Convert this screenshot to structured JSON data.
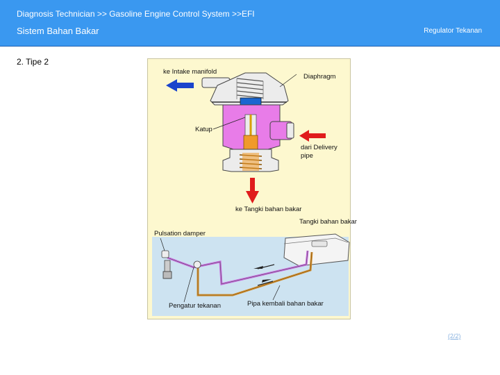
{
  "header": {
    "breadcrumb": "Diagnosis Technician >> Gasoline Engine Control System >>EFI",
    "title": "Sistem Bahan Bakar",
    "subtitle": "Regulator Tekanan"
  },
  "section_title": "2. Tipe 2",
  "diagram": {
    "labels": {
      "intake_manifold": "ke Intake manifold",
      "diaphragm": "Diaphragm",
      "katup": "Katup",
      "delivery_pipe_line1": "dari Delivery",
      "delivery_pipe_line2": "pipe",
      "ke_tangki": "ke Tangki bahan bakar",
      "tangki": "Tangki bahan bakar",
      "pulsation_damper": "Pulsation damper",
      "pengatur_tekanan": "Pengatur tekanan",
      "pipa_kembali": "Pipa kembali bahan bakar"
    },
    "colors": {
      "panel_bg": "#fdf8cf",
      "inset_bg": "#cde3f1",
      "fuel_magenta": "#e87ce8",
      "fuel_orange": "#f09a2a",
      "valve_blue": "#1a66d0",
      "arrow_red": "#e01c1c",
      "arrow_blue": "#1a44cc"
    }
  },
  "pager": {
    "label": "(2/2)"
  }
}
